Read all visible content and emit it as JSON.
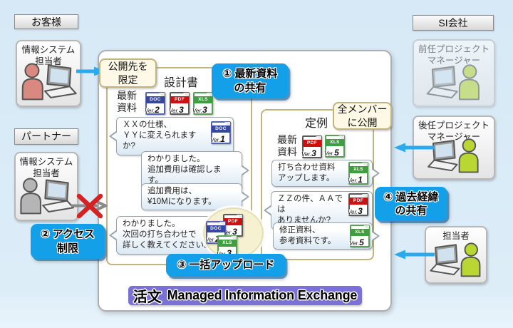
{
  "misc": {
    "ver_prefix": "Ver."
  },
  "colors": {
    "background": "#d9eaf6",
    "badge_blue": "#14a0e8",
    "logo_purple": "#7a70d6",
    "panel_tan": "#c3b37d",
    "customer_person": "#d9897f",
    "partner_person": "#b5b5b5",
    "si_person": "#b9d633",
    "doc_blue": "#36489e",
    "pdf_red": "#cc1111",
    "xls_green": "#3f9e3f",
    "arrow_blue": "#2aaaec",
    "denied_red": "#d62222"
  },
  "groups": {
    "customer": "お客様",
    "partner": "パートナー",
    "si": "SI会社"
  },
  "actors": {
    "customer_staff": "情報システム\n担当者",
    "partner_staff": "情報システム\n担当者",
    "prev_pm": "前任プロジェクト\nマネージャー",
    "next_pm": "後任プロジェクト\nマネージャー",
    "si_staff": "担当者"
  },
  "main": {
    "left_panel": {
      "tag": "公開先を\n限定",
      "title": "設計書",
      "latest_label": "最新\n資料",
      "latest_icons": [
        {
          "type": "DOC",
          "num": "2"
        },
        {
          "type": "PDF",
          "num": "3"
        },
        {
          "type": "XLS",
          "num": "3"
        }
      ],
      "bubbles": [
        {
          "text": "ＸＸの仕様、\nＹＹに変えられますか?",
          "icon": {
            "type": "DOC",
            "num": "1"
          }
        },
        {
          "text": "わかりました。\n追加費用は確認します。"
        },
        {
          "text": "追加費用は、\n¥10Mになります。"
        },
        {
          "text": "わかりました。\n次回の打ち合わせで\n詳しく教えてください。"
        }
      ],
      "upload_icons": [
        {
          "type": "PDF",
          "num": "3"
        },
        {
          "type": "DOC",
          "num": "2"
        },
        {
          "type": "XLS",
          "num": "3"
        }
      ]
    },
    "right_panel": {
      "tag": "全メンバー\nに公開",
      "title": "定例",
      "latest_label": "最新\n資料",
      "latest_icons": [
        {
          "type": "PDF",
          "num": "3"
        },
        {
          "type": "XLS",
          "num": "5"
        }
      ],
      "bubbles": [
        {
          "text": "打ち合わせ資料\nアップします。",
          "icon": {
            "type": "XLS",
            "num": "1"
          }
        },
        {
          "text": "ＺＺの件、ＡＡでは\nありませんか?",
          "icon": {
            "type": "PDF",
            "num": "3"
          }
        },
        {
          "text": "修正資料、\n参考資料です。",
          "icon": {
            "type": "XLS",
            "num": "5"
          }
        }
      ]
    }
  },
  "badges": {
    "share_latest": "① 最新資料\nの共有",
    "access_restriction": "② アクセス\n制限",
    "bulk_upload": "③ 一括アップロード",
    "share_history": "④ 過去経緯\nの共有"
  },
  "logo": {
    "brand": "活文",
    "product": "Managed Information Exchange"
  }
}
